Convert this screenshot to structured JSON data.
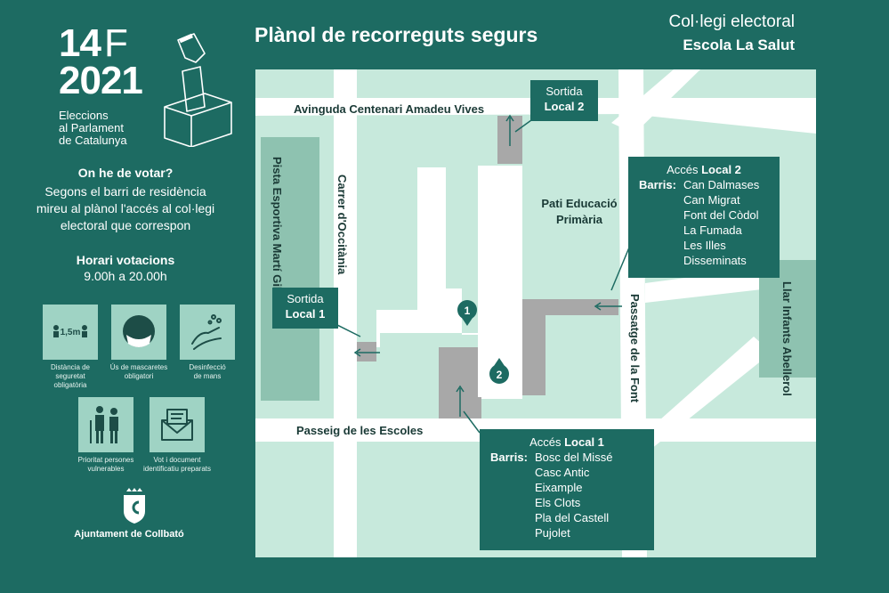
{
  "logo": {
    "day": "14",
    "letter": "F",
    "year": "2021",
    "line1": "Eleccions",
    "line2": "al Parlament",
    "line3": "de Catalunya"
  },
  "left": {
    "question_title": "On he de votar?",
    "question_text": [
      "Segons el barri de residència",
      "mireu al plànol l'accés al col·legi",
      "electoral que correspon"
    ],
    "hours_title": "Horari votacions",
    "hours_text": "9.00h a 20.00h",
    "tiles": [
      {
        "icon": "distance-icon",
        "label1": "Distància de",
        "label2": "seguretat",
        "label3": "obligatòria",
        "tile_text": "1,5m"
      },
      {
        "icon": "mask-icon",
        "label1": "Ús de mascaretes",
        "label2": "obligatori",
        "label3": ""
      },
      {
        "icon": "hand-wash-icon",
        "label1": "Desinfecció",
        "label2": "de mans",
        "label3": ""
      },
      {
        "icon": "elderly-people-icon",
        "label1": "Prioritat persones",
        "label2": "vulnerables",
        "label3": ""
      },
      {
        "icon": "envelope-icon",
        "label1": "Vot i document",
        "label2": "identificatiu preparats",
        "label3": ""
      }
    ],
    "council": "Ajuntament de Collbató"
  },
  "header": {
    "title": "Plànol de recorreguts segurs",
    "school_line1": "Col·legi electoral",
    "school_line2": "Escola La Salut"
  },
  "map": {
    "streets": {
      "top": "Avinguda Centenari Amadeu Vives",
      "bottom": "Passeig de les Escoles",
      "occitania": "Carrer d'Occitània",
      "font": "Passatge de la Font"
    },
    "places": {
      "pista": "Pista Esportiva Martí Gil",
      "pati_line1": "Pati Educació",
      "pati_line2": "Primària",
      "llar": "Llar Infants Abellerol"
    },
    "exits": [
      {
        "word": "Sortida",
        "name": "Local 2"
      },
      {
        "word": "Sortida",
        "name": "Local 1"
      }
    ],
    "access": [
      {
        "word": "Accés",
        "name": "Local 2",
        "barris_label": "Barris:",
        "barris": [
          "Can Dalmases",
          "Can Migrat",
          "Font del Còdol",
          "La Fumada",
          "Les Illes",
          "Disseminats"
        ]
      },
      {
        "word": "Accés",
        "name": "Local 1",
        "barris_label": "Barris:",
        "barris": [
          "Bosc del Missé",
          "Casc Antic",
          "Eixample",
          "Els Clots",
          "Pla del Castell",
          "Pujolet"
        ]
      }
    ],
    "markers": [
      "1",
      "2"
    ],
    "colors": {
      "background": "#1d6b62",
      "block": "#c7e9dc",
      "street": "#ffffff",
      "path": "#a8a8a8",
      "building": "#ffffff",
      "park": "#8ec2b0"
    }
  }
}
